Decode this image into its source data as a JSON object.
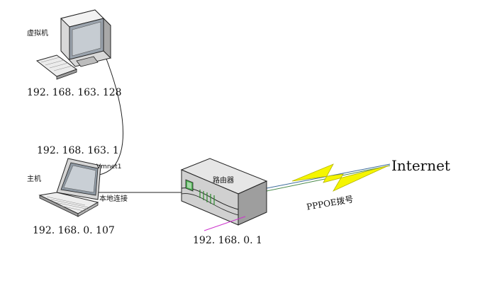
{
  "diagram": {
    "nodes": {
      "vm": {
        "label": "虚拟机",
        "ip": "192. 168. 163. 128"
      },
      "host": {
        "label": "主机",
        "ip_vmnet": "192. 168. 163. 1",
        "ip_local": "192. 168. 0. 107"
      },
      "router": {
        "label": "路由器",
        "ip": "192. 168. 0. 1"
      },
      "internet": {
        "label": "Internet"
      }
    },
    "links": {
      "vm_host": {
        "label": "Vmnet1"
      },
      "host_router": {
        "label": "本地连接"
      },
      "router_internet": {
        "label": "PPPOE拨号",
        "color": "#f5f500"
      }
    }
  }
}
